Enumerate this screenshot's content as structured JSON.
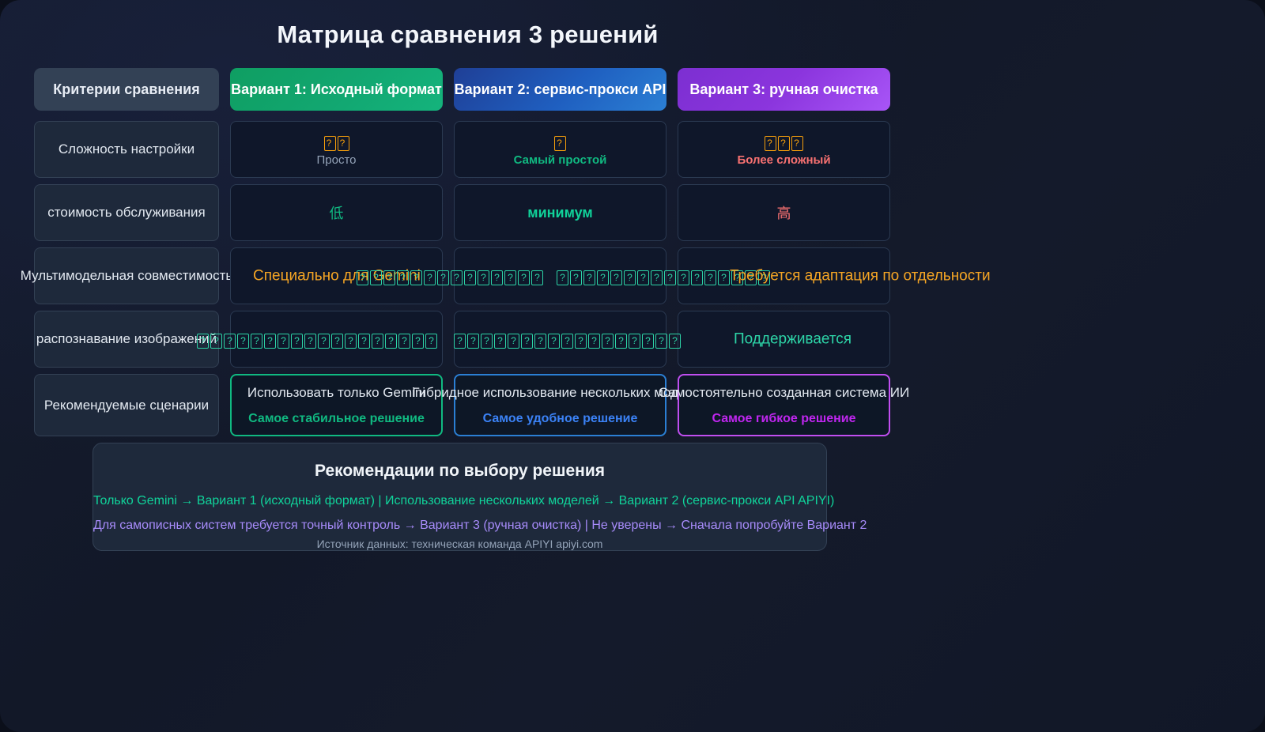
{
  "page": {
    "title": "Матрица сравнения 3 решений",
    "background_color": "#121828"
  },
  "matrix": {
    "header": {
      "criteria_label": "Критерии сравнения",
      "options": [
        {
          "label": "Вариант 1: Исходный формат",
          "accent": "#10b981"
        },
        {
          "label": "Вариант 2: сервис-прокси API",
          "accent": "#2b7fd4"
        },
        {
          "label": "Вариант 3: ручная очистка",
          "accent": "#a855f7"
        }
      ]
    },
    "rows": [
      {
        "criteria": "Сложность настройки",
        "cells": [
          {
            "stars": 2,
            "sub": "Просто",
            "sub_style": "muted"
          },
          {
            "stars": 1,
            "sub": "Самый простой",
            "sub_style": "green"
          },
          {
            "stars": 3,
            "sub": "Более сложный",
            "sub_style": "red"
          }
        ]
      },
      {
        "criteria": "стоимость обслуживания",
        "cells": [
          {
            "value": "低",
            "style": "green"
          },
          {
            "value": "минимум",
            "style": "greenb"
          },
          {
            "value": "高",
            "style": "red"
          }
        ]
      },
      {
        "criteria": "Мультимодельная совместимость",
        "overflow": true,
        "cells": [
          {
            "value": "Специально для Gemini",
            "style": "amber",
            "tofu_after": 14,
            "tofu_color": "#2dd4a7"
          },
          {
            "value": "",
            "style": "teal",
            "tofu": 16,
            "tofu_color": "#2dd4a7"
          },
          {
            "value": "Требуется адаптация по отдельности",
            "style": "amber"
          }
        ]
      },
      {
        "criteria": "распознавание изображений",
        "overflow": true,
        "cells": [
          {
            "value": "",
            "style": "teal",
            "tofu": 18,
            "tofu_color": "#2dd4a7"
          },
          {
            "value": "",
            "style": "teal",
            "tofu": 17,
            "tofu_color": "#2dd4a7"
          },
          {
            "value": "Поддерживается",
            "style": "tealtx"
          }
        ]
      },
      {
        "criteria": "Рекомендуемые сценарии",
        "scenario": true,
        "cells": [
          {
            "main": "Использовать только Gemini",
            "tag": "Самое стабильное решение",
            "highlight": "green"
          },
          {
            "main": "Гибридное использование нескольких моделей",
            "tag": "Самое удобное решение",
            "highlight": "blue"
          },
          {
            "main": "Самостоятельно созданная система ИИ",
            "tag": "Самое гибкое решение",
            "highlight": "purple"
          }
        ]
      }
    ]
  },
  "recommendation": {
    "title": "Рекомендации по выбору решения",
    "line1": "Только Gemini → Вариант 1 (исходный формат) | Использование нескольких моделей → Вариант 2 (сервис-прокси API APIYI)",
    "line2": "Для самописных систем требуется точный контроль → Вариант 3 (ручная очистка) | Не уверены → Сначала попробуйте Вариант 2",
    "source": "Источник данных: техническая команда APIYI apiyi.com"
  }
}
